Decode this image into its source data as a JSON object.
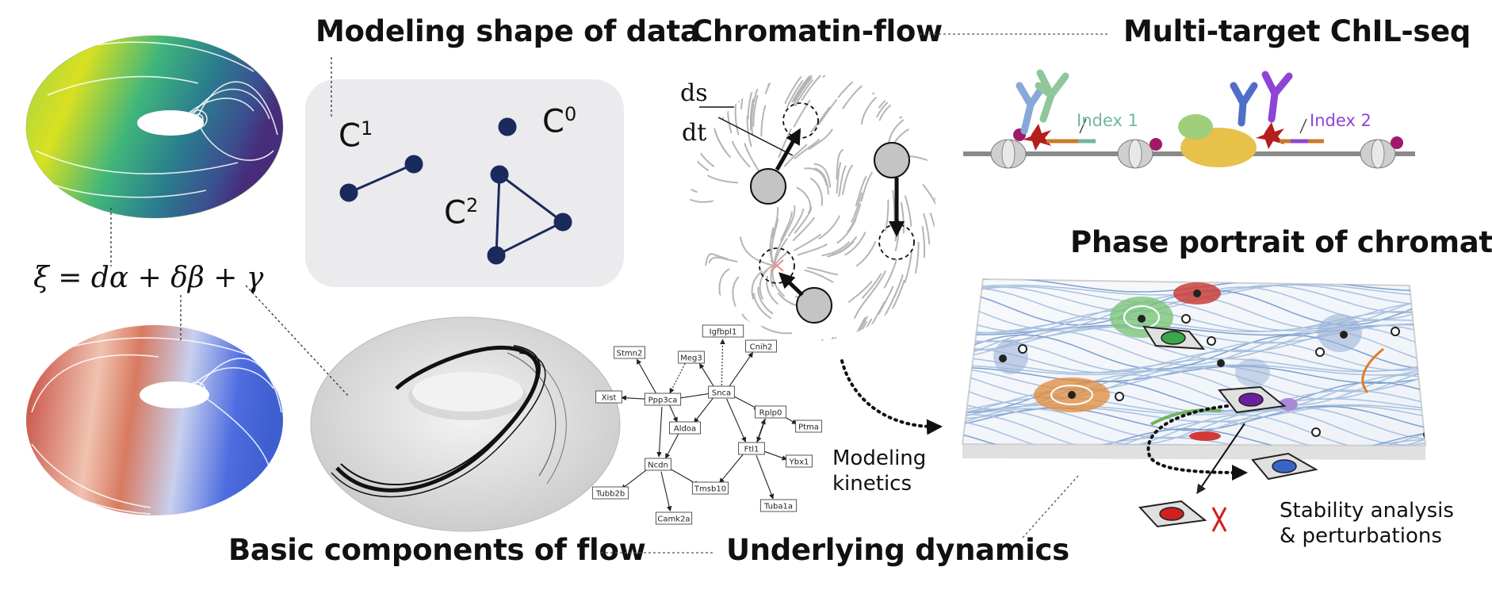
{
  "titles": {
    "modeling_shape": "Modeling shape of data",
    "chromatin_flow": "Chromatin-flow",
    "multi_target": "Multi-target ChIL-seq",
    "phase_portrait": "Phase portrait of chromatin",
    "basic_components": "Basic components of flow",
    "underlying_dynamics": "Underlying dynamics"
  },
  "complexes": {
    "c0": "C",
    "c0_sup": "0",
    "c1": "C",
    "c1_sup": "1",
    "c2": "C",
    "c2_sup": "2"
  },
  "equation": "ξ = dα + δβ + γ",
  "derivative": {
    "numerator": "ds",
    "denominator": "dt"
  },
  "chil": {
    "index1": "Index 1",
    "index2": "Index 2"
  },
  "labels": {
    "modeling_kinetics_1": "Modeling",
    "modeling_kinetics_2": "kinetics",
    "stability_1": "Stability analysis",
    "stability_2": "& perturbations"
  },
  "genes": [
    "Igfbpl1",
    "Stmn2",
    "Meg3",
    "Cnih2",
    "Xist",
    "Ppp3ca",
    "Snca",
    "Rplp0",
    "Aldoa",
    "Ptma",
    "Ftl1",
    "Ybx1",
    "Ncdn",
    "Tmsb10",
    "Tuba1a",
    "Tubb2b",
    "Camk2a"
  ],
  "colors": {
    "node_navy": "#1b2a5c",
    "index1": "#6fb7a0",
    "index2": "#8e44d6",
    "cell_green": "#3aa84a",
    "cell_purple": "#6b1fa0",
    "cell_blue": "#3a63c9",
    "cell_red": "#d21f1f",
    "streamline_blue": "#9fb8d8",
    "basin_orange": "#e07a26"
  },
  "icons": [
    "perturbation-x-icon"
  ]
}
